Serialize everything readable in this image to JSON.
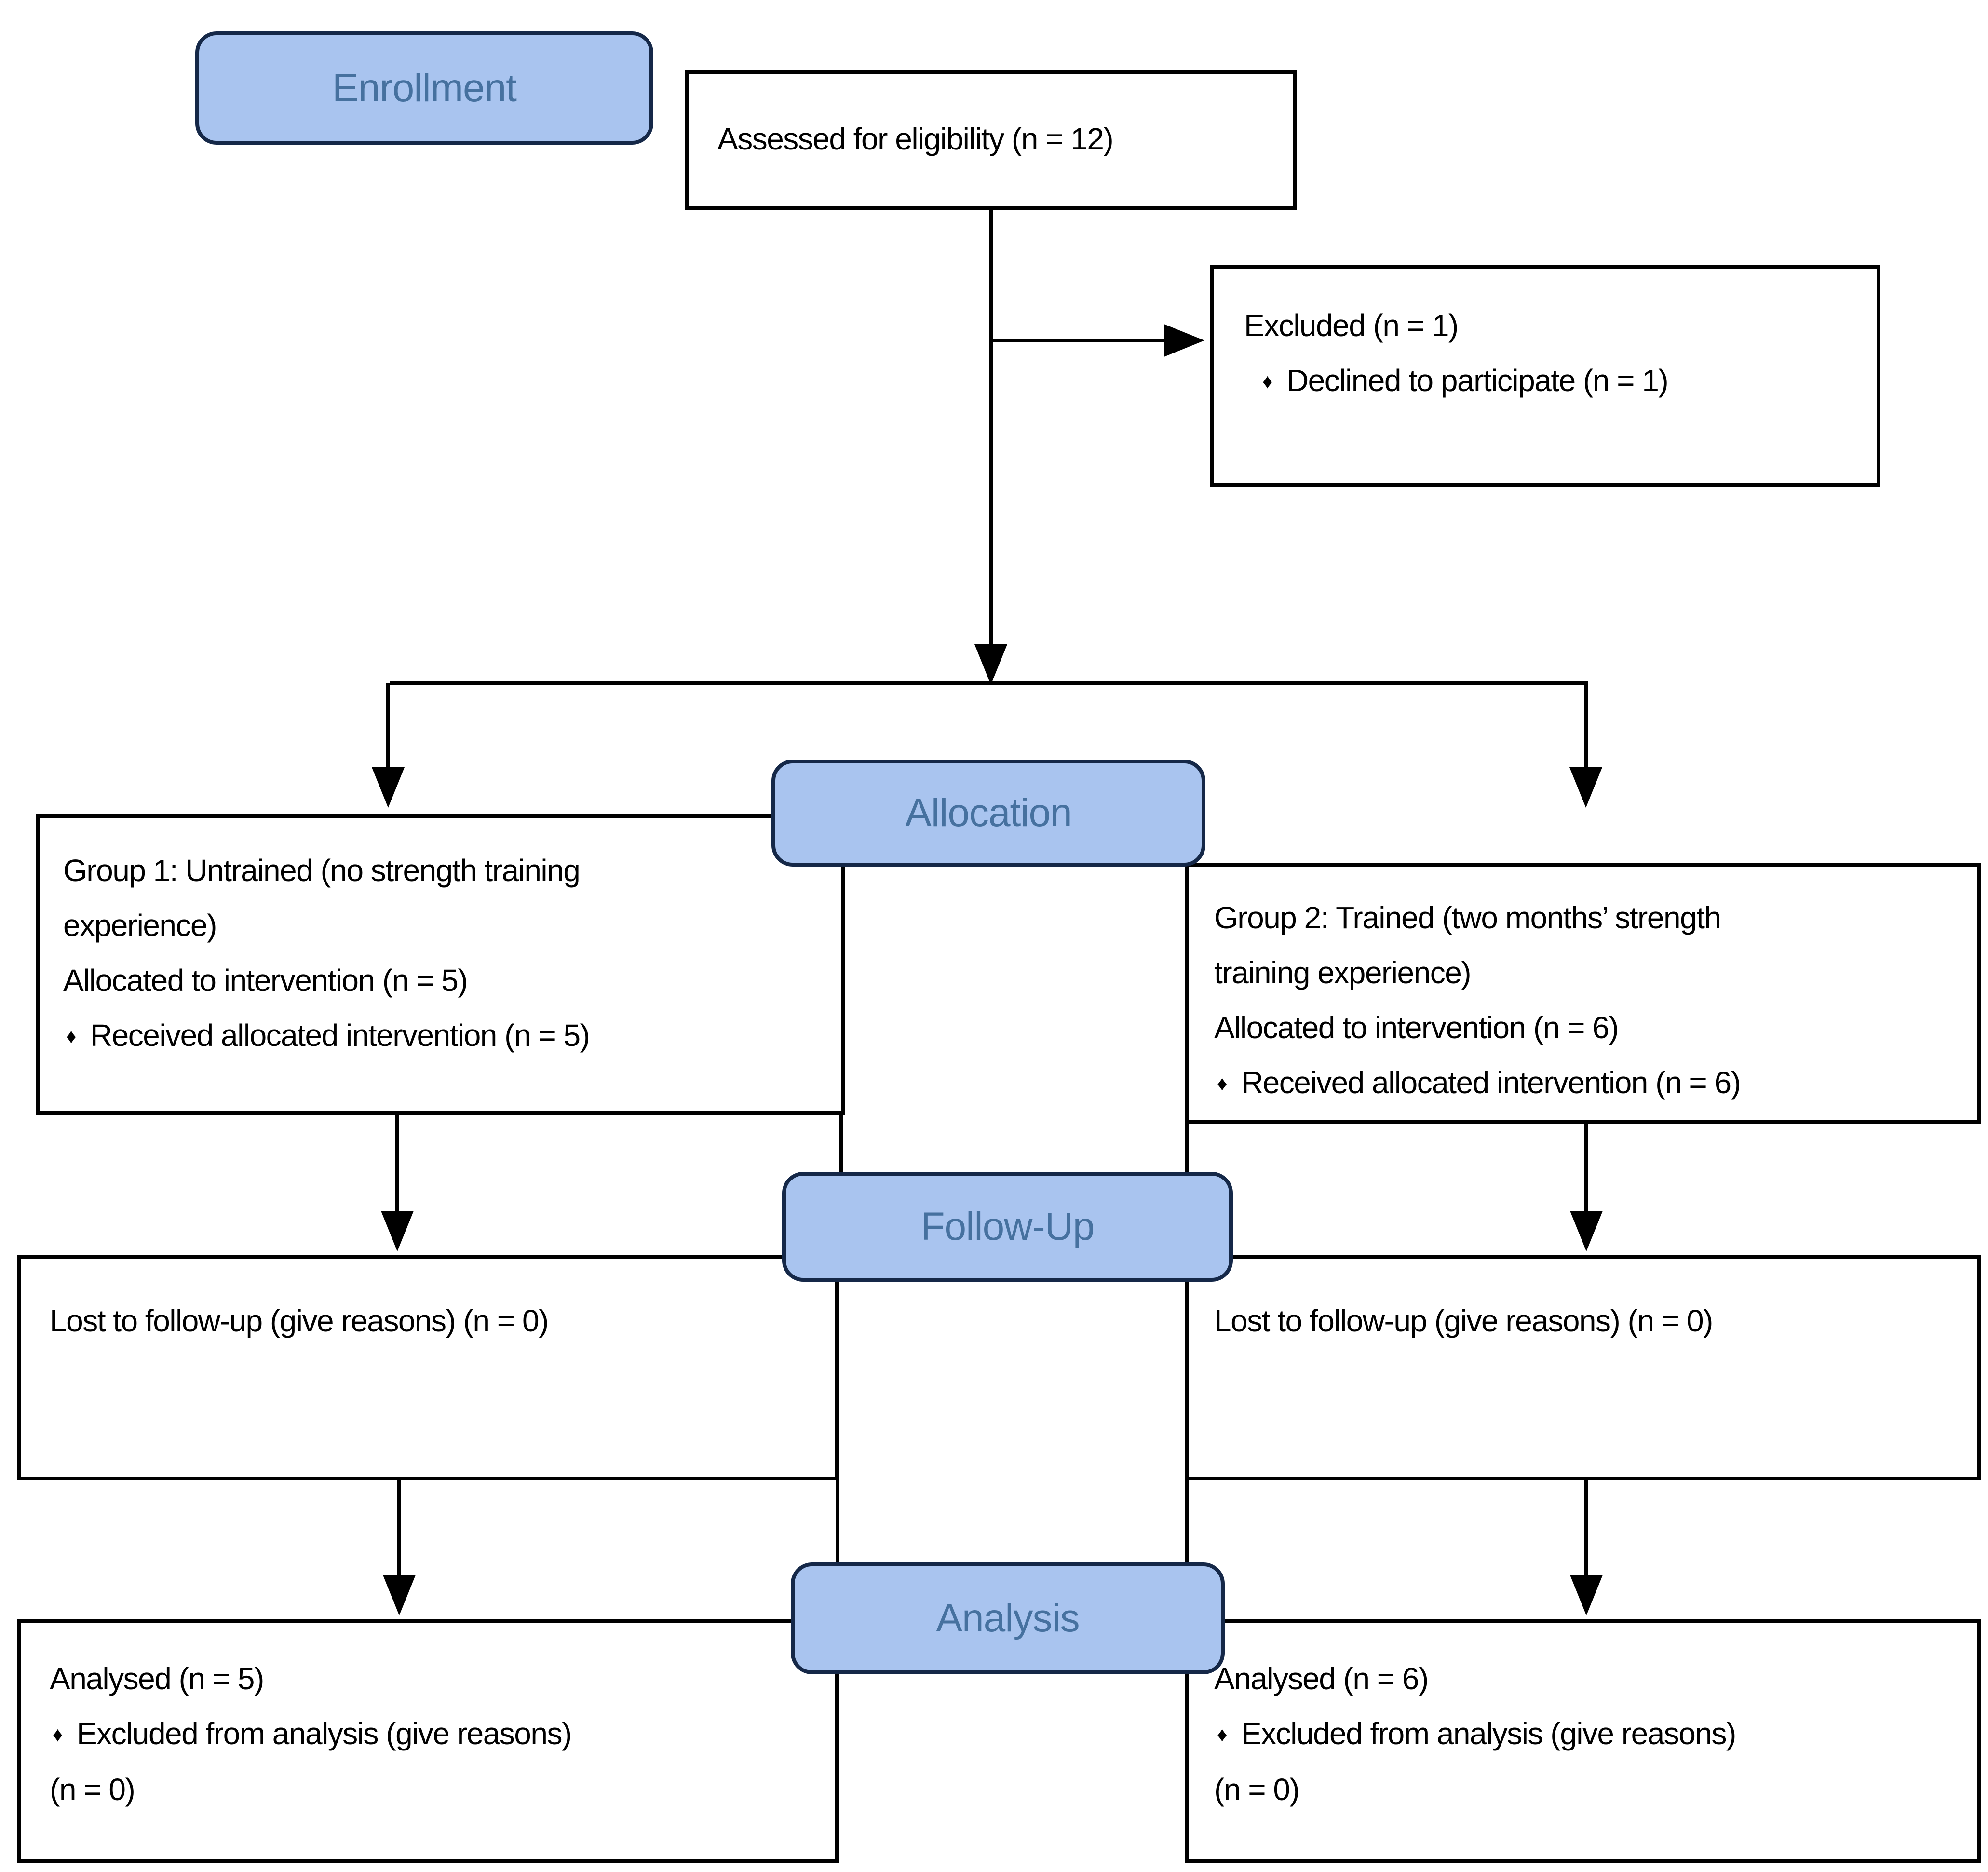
{
  "title": "CONSORT participant flow diagram",
  "colors": {
    "background": "#ffffff",
    "stage_fill": "#a9c4ef",
    "stage_border": "#152848",
    "stage_text": "#46719f",
    "box_border": "#000000",
    "box_text": "#000000",
    "line": "#000000"
  },
  "glyphs": {
    "bullet": "♦"
  },
  "stages": {
    "enrollment": "Enrollment",
    "allocation": "Allocation",
    "followup": "Follow-Up",
    "analysis": "Analysis"
  },
  "boxes": {
    "assessed": {
      "text": "Assessed for eligibility (n = 12)"
    },
    "excluded": {
      "title": "Excluded (n = 1)",
      "bullet_item": "Declined to participate (n = 1)"
    },
    "group1": {
      "lines": [
        "Group 1: Untrained (no strength training",
        "experience)",
        "Allocated to intervention (n = 5)"
      ],
      "bullet_item": "Received allocated intervention (n = 5)"
    },
    "group2": {
      "lines": [
        "Group 2: Trained (two months’ strength",
        "training experience)",
        "Allocated to intervention (n = 6)"
      ],
      "bullet_item": "Received allocated intervention (n = 6)"
    },
    "lost1": {
      "text": "Lost to follow-up (give reasons) (n = 0)"
    },
    "lost2": {
      "text": "Lost to follow-up (give reasons) (n = 0)"
    },
    "analysed1": {
      "title": "Analysed (n = 5)",
      "bullet_item": "Excluded from analysis (give reasons)",
      "continuation": "(n = 0)"
    },
    "analysed2": {
      "title": "Analysed (n = 6)",
      "bullet_item": "Excluded from analysis (give reasons)",
      "continuation": "(n = 0)"
    }
  }
}
